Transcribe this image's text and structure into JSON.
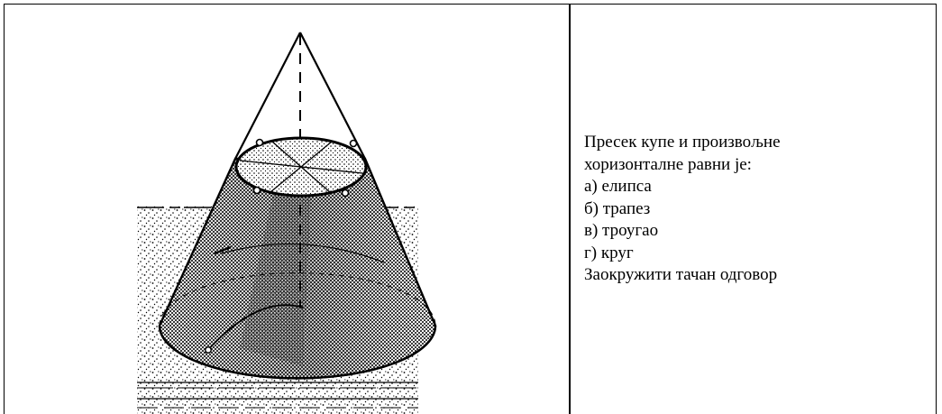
{
  "question": {
    "lines": [
      "Пресек купе и произвољне",
      "хоризонталне равни је:",
      "а) елипса",
      "б) трапез",
      "в) троугао",
      "г) круг",
      "Заокружити тачан одговор"
    ]
  }
}
